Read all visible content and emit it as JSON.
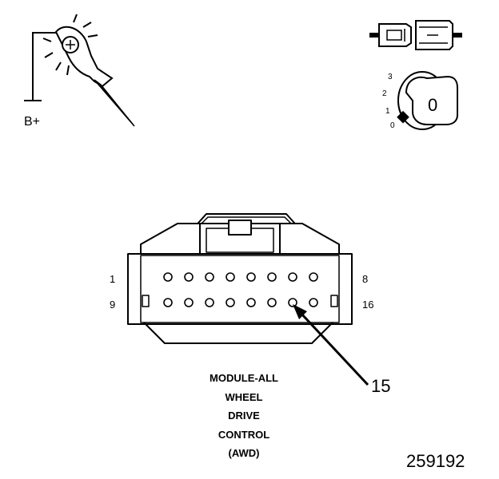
{
  "probe": {
    "supply_label": "B+"
  },
  "ignition": {
    "positions": [
      "3",
      "2",
      "1",
      "0"
    ],
    "key_position": "0"
  },
  "connector": {
    "pin_top_first": "1",
    "pin_top_last": "8",
    "pin_bottom_first": "9",
    "pin_bottom_last": "16",
    "callout_pin": "15"
  },
  "caption": [
    "MODULE-ALL",
    "WHEEL",
    "DRIVE",
    "CONTROL",
    "(AWD)"
  ],
  "figure_number": "259192"
}
